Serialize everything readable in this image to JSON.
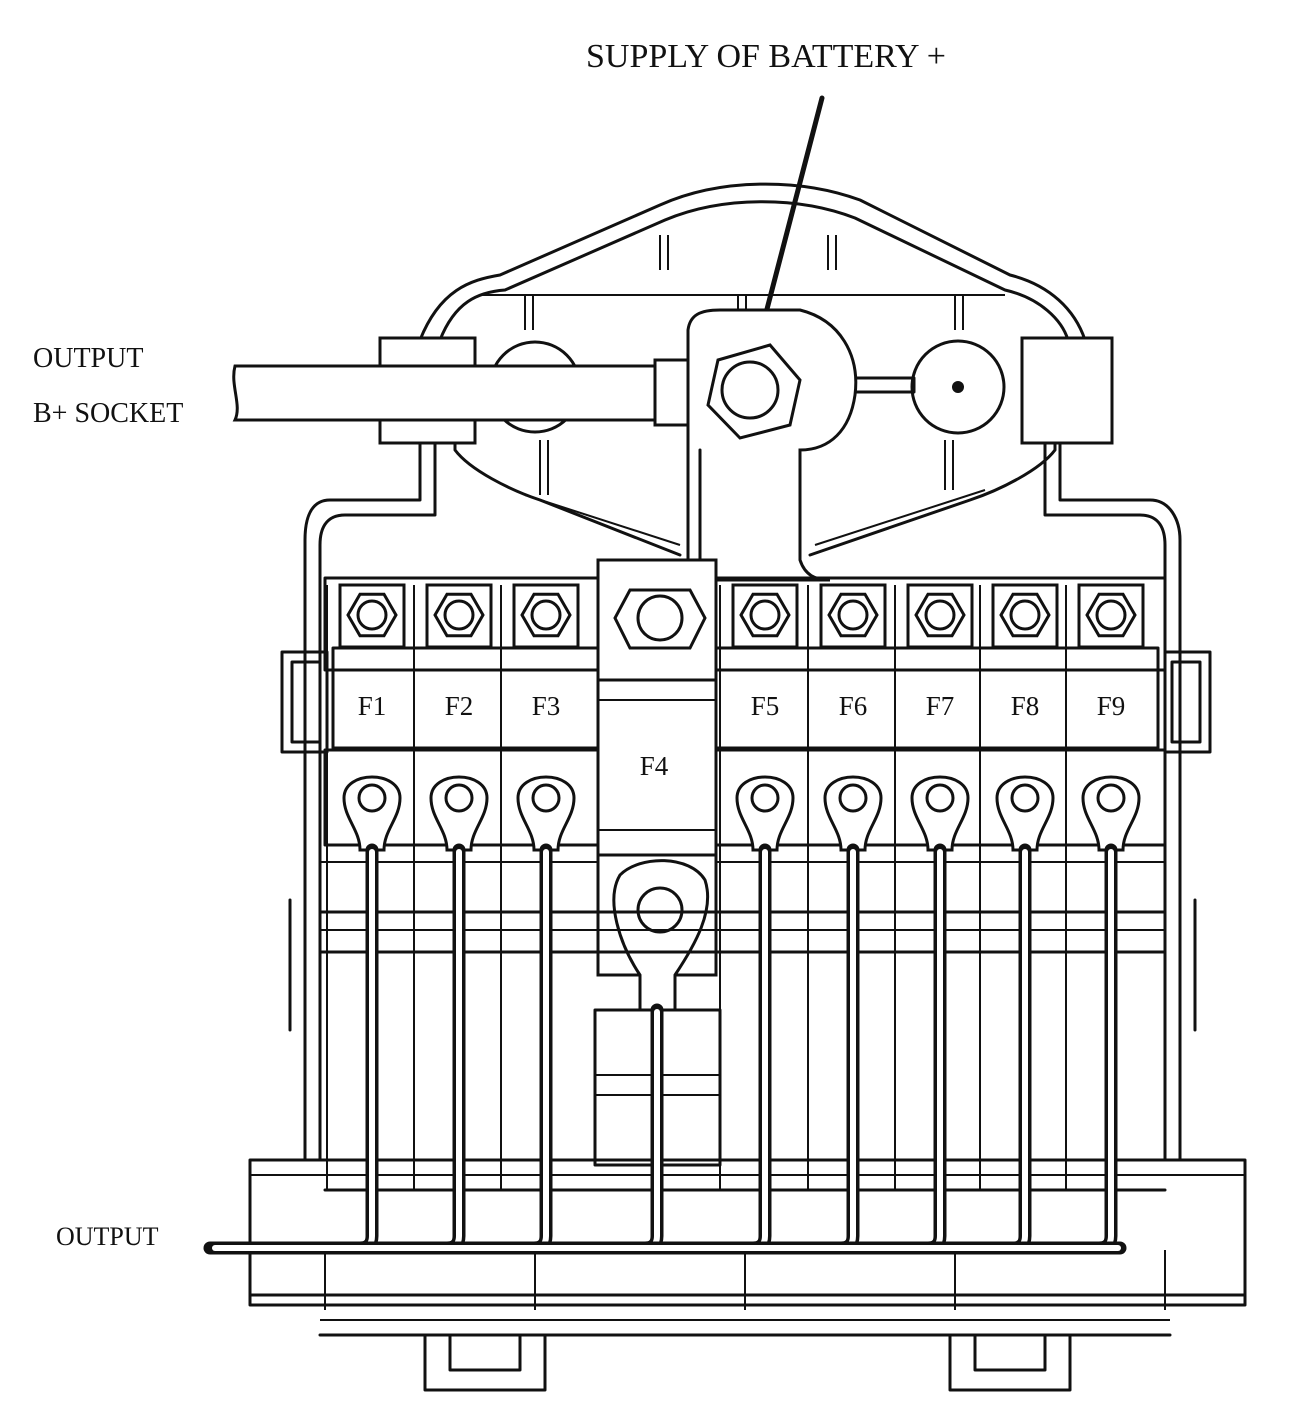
{
  "labels": {
    "supply": "SUPPLY OF BATTERY +",
    "output_top_line1": "OUTPUT",
    "output_top_line2": "B+ SOCKET",
    "output_bottom": "OUTPUT"
  },
  "fuses": [
    {
      "id": "F1",
      "label": "F1"
    },
    {
      "id": "F2",
      "label": "F2"
    },
    {
      "id": "F3",
      "label": "F3"
    },
    {
      "id": "F4",
      "label": "F4"
    },
    {
      "id": "F5",
      "label": "F5"
    },
    {
      "id": "F6",
      "label": "F6"
    },
    {
      "id": "F7",
      "label": "F7"
    },
    {
      "id": "F8",
      "label": "F8"
    },
    {
      "id": "F9",
      "label": "F9"
    }
  ],
  "colors": {
    "line": "#111111",
    "background": "#ffffff"
  }
}
